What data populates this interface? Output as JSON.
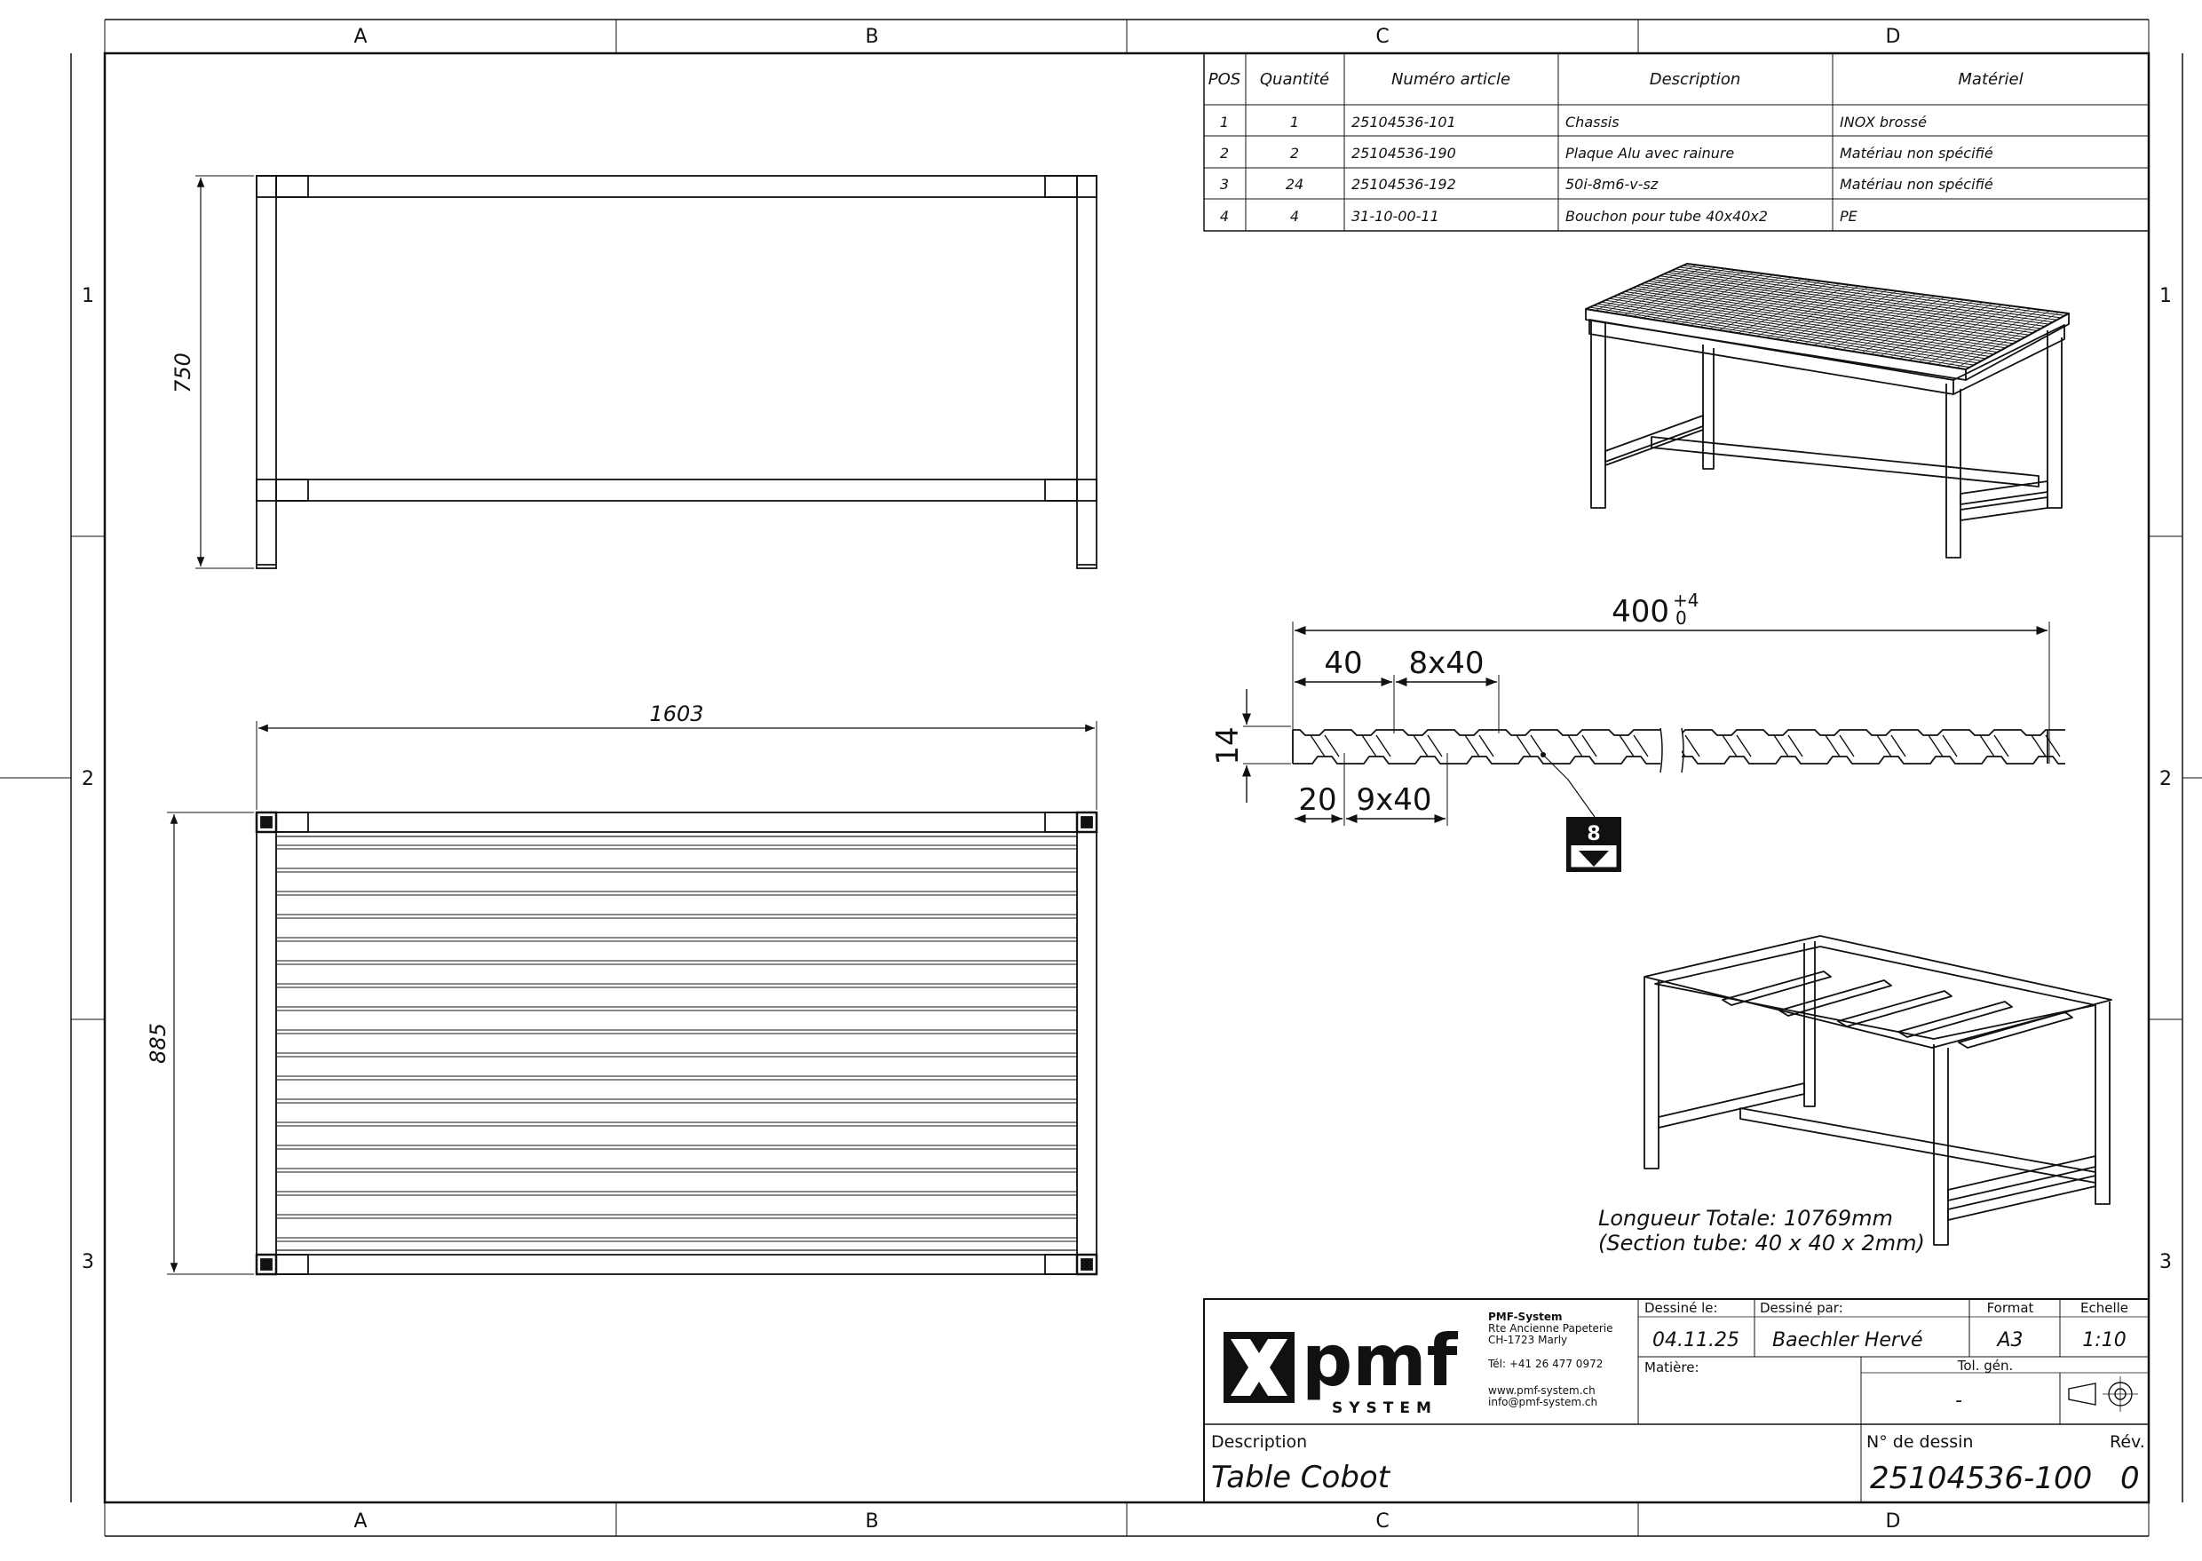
{
  "frame": {
    "zones_top": [
      "A",
      "B",
      "C",
      "D"
    ],
    "zones_bottom": [
      "A",
      "B",
      "C",
      "D"
    ],
    "rows_left": [
      "1",
      "2",
      "3"
    ],
    "rows_right": [
      "1",
      "2",
      "3"
    ]
  },
  "bom": {
    "headers": {
      "pos": "POS",
      "qty": "Quantité",
      "article": "Numéro article",
      "desc": "Description",
      "material": "Matériel"
    },
    "rows": [
      {
        "pos": "1",
        "qty": "1",
        "article": "25104536-101",
        "desc": "Chassis",
        "material": "INOX brossé"
      },
      {
        "pos": "2",
        "qty": "2",
        "article": "25104536-190",
        "desc": "Plaque Alu avec rainure",
        "material": "Matériau non spécifié"
      },
      {
        "pos": "3",
        "qty": "24",
        "article": "25104536-192",
        "desc": "50i-8m6-v-sz",
        "material": "Matériau non spécifié"
      },
      {
        "pos": "4",
        "qty": "4",
        "article": "31-10-00-11",
        "desc": "Bouchon pour tube 40x40x2",
        "material": "PE"
      }
    ]
  },
  "dimensions": {
    "front_height": "750",
    "top_length": "1603",
    "top_width": "885"
  },
  "profile": {
    "total": "400",
    "tol_upper": "+4",
    "tol_lower": "0",
    "first_pitch": "40",
    "pitch_top": "8x40",
    "height": "14",
    "offset": "20",
    "pitch_bottom": "9x40",
    "detail_tag": "8"
  },
  "notes": {
    "line1": "Longueur Totale: 10769mm",
    "line2": "(Section tube: 40 x 40 x 2mm)"
  },
  "title_block": {
    "company": "PMF-System",
    "address1": "Rte Ancienne Papeterie",
    "address2": "CH-1723 Marly",
    "phone": "Tél:  +41 26 477 0972",
    "web": "www.pmf-system.ch",
    "email": "info@pmf-system.ch",
    "logo_text": "pmf",
    "logo_sub": "SYSTEM",
    "drawn_on_label": "Dessiné le:",
    "drawn_on": "04.11.25",
    "drawn_by_label": "Dessiné par:",
    "drawn_by": "Baechler Hervé",
    "format_label": "Format",
    "format": "A3",
    "scale_label": "Echelle",
    "scale": "1:10",
    "material_label": "Matière:",
    "tol_label": "Tol. gén.",
    "tol": "-",
    "description_label": "Description",
    "description": "Table Cobot",
    "drawing_no_label": "N° de dessin",
    "drawing_no": "25104536-100",
    "rev_label": "Rév.",
    "rev": "0"
  }
}
